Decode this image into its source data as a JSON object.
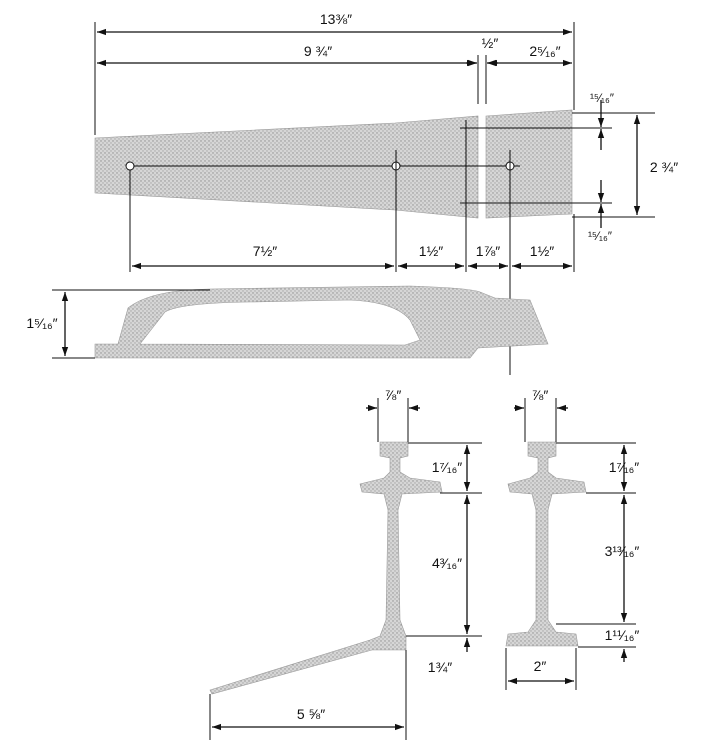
{
  "plan_view": {
    "overall_length": "13⅜″",
    "main_length": "9 ¾″",
    "gap": "½″",
    "end_length": "2⁵⁄₁₆″",
    "top_offset": "¹⁵⁄₁₆″",
    "bottom_offset": "¹⁵⁄₁₆″",
    "width": "2 ¾″",
    "spacing_1": "7½″",
    "spacing_2": "1½″",
    "spacing_3": "1⅞″",
    "spacing_4": "1½″"
  },
  "side_view": {
    "height": "1⁵⁄₁₆″"
  },
  "section_left": {
    "top_width": "⅞″",
    "upper_height": "1⁷⁄₁₆″",
    "web_height": "4³⁄₁₆″",
    "base_height": "1¾″",
    "base_length": "5 ⅝″"
  },
  "section_right": {
    "top_width": "⅞″",
    "upper_height": "1⁷⁄₁₆″",
    "web_height": "3¹³⁄₁₆″",
    "base_height": "1¹¹⁄₁₆″",
    "base_width": "2″"
  }
}
